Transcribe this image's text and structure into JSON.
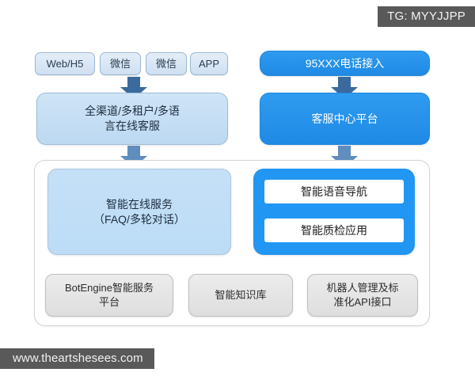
{
  "watermarks": {
    "telegram": "TG: MYYJJPP",
    "website": "www.theartshesees.com"
  },
  "diagram": {
    "channels": [
      {
        "label": "Web/H5"
      },
      {
        "label": "微信"
      },
      {
        "label": "微信"
      },
      {
        "label": "APP"
      }
    ],
    "phone_entry": {
      "label": "95XXX电话接入"
    },
    "online_service_platform": {
      "line1": "全渠道/多租户/多语",
      "line2": "言在线客服"
    },
    "service_center_platform": {
      "label": "客服中心平台"
    },
    "intelligent_online_service": {
      "line1": "智能在线服务",
      "line2": "（FAQ/多轮对话）"
    },
    "voice_modules": [
      {
        "label": "智能语音导航"
      },
      {
        "label": "智能质检应用"
      }
    ],
    "foundation": [
      {
        "line1": "BotEngine智能服务",
        "line2": "平台"
      },
      {
        "line1": "智能知识库",
        "line2": ""
      },
      {
        "line1": "机器人管理及标",
        "line2": "准化API接口"
      }
    ],
    "colors": {
      "accent_blue": "#2196f3",
      "light_blue": "#c5e0f7",
      "chip_blue": "#cfe0f2",
      "arrow_blue": "#3a6a9e",
      "grey_box": "#e4e4e4",
      "watermark_bg": "#595959"
    }
  }
}
